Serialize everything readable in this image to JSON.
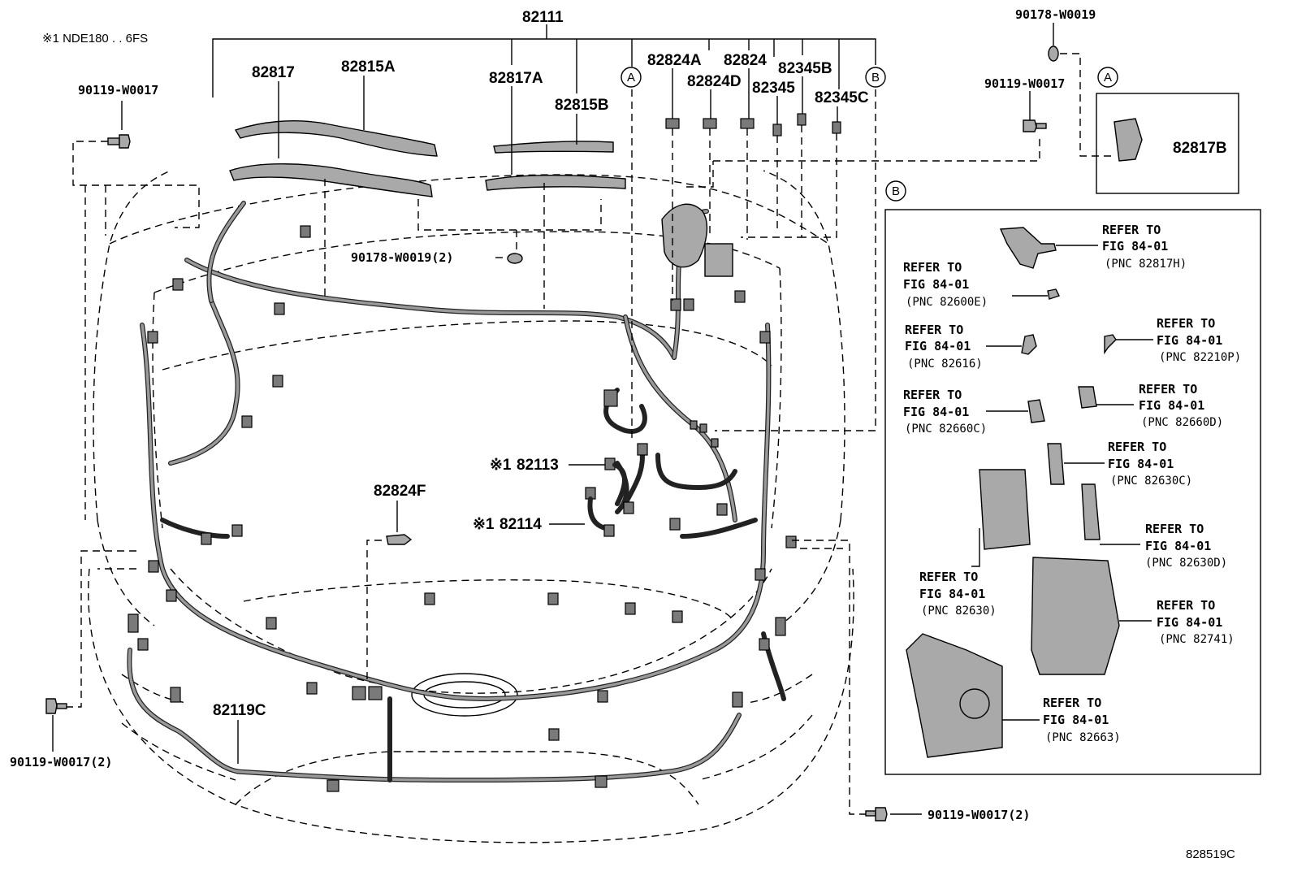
{
  "note": "※1 NDE180 . . 6FS",
  "diagram_code": "828519C",
  "circle_refs": {
    "a": "A",
    "b": "B"
  },
  "labels": {
    "p82111": "82111",
    "p82817": "82817",
    "p82815A": "82815A",
    "p82817A": "82817A",
    "p82815B": "82815B",
    "p82824A": "82824A",
    "p82824": "82824",
    "p82345B": "82345B",
    "p82824D": "82824D",
    "p82345": "82345",
    "p82345C": "82345C",
    "p90178_top": "90178-W0019",
    "p90119_right": "90119-W0017",
    "p82817B": "82817B",
    "p90119_left": "90119-W0017",
    "p90178_mid": "90178-W0019(2)",
    "p82113_mark": "※1",
    "p82113": "82113",
    "p82824F": "82824F",
    "p82114_mark": "※1",
    "p82114": "82114",
    "p82119C": "82119C",
    "p90119_bl": "90119-W0017(2)",
    "p90119_br": "90119-W0017(2)"
  },
  "refers": [
    {
      "l1": "REFER TO",
      "l2": "FIG 84-01",
      "l3": "(PNC 82817H)"
    },
    {
      "l1": "REFER TO",
      "l2": "FIG 84-01",
      "l3": "(PNC 82600E)"
    },
    {
      "l1": "REFER TO",
      "l2": "FIG 84-01",
      "l3": "(PNC 82210P)"
    },
    {
      "l1": "REFER TO",
      "l2": "FIG 84-01",
      "l3": "(PNC 82616)"
    },
    {
      "l1": "REFER TO",
      "l2": "FIG 84-01",
      "l3": "(PNC 82660D)"
    },
    {
      "l1": "REFER TO",
      "l2": "FIG 84-01",
      "l3": "(PNC 82660C)"
    },
    {
      "l1": "REFER TO",
      "l2": "FIG 84-01",
      "l3": "(PNC 82630C)"
    },
    {
      "l1": "REFER TO",
      "l2": "FIG 84-01",
      "l3": "(PNC 82630D)"
    },
    {
      "l1": "REFER TO",
      "l2": "FIG 84-01",
      "l3": "(PNC 82630)"
    },
    {
      "l1": "REFER TO",
      "l2": "FIG 84-01",
      "l3": "(PNC 82741)"
    },
    {
      "l1": "REFER TO",
      "l2": "FIG 84-01",
      "l3": "(PNC 82663)"
    }
  ]
}
